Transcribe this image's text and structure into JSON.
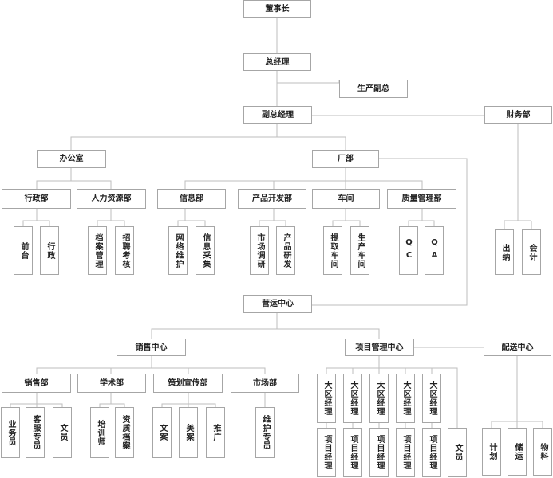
{
  "nodes": {
    "chairman": "董事长",
    "gm": "总经理",
    "prod_vp": "生产副总",
    "vice_gm": "副总经理",
    "finance": "财务部",
    "office": "办公室",
    "factory": "厂部",
    "admin_dept": "行政部",
    "hr_dept": "人力资源部",
    "info_dept": "信息部",
    "product_dev": "产品开发部",
    "workshop": "车间",
    "quality": "质量管理部",
    "reception": "前台",
    "admin": "行政",
    "archive_mgmt": "档案管理",
    "recruit_assess": "招聘考核",
    "network_maint": "网络维护",
    "info_collect": "信息采集",
    "market_research": "市场调研",
    "product_rd": "产品研发",
    "extract_ws": "提取车间",
    "production_ws": "生产车间",
    "qc": "QC",
    "qa": "QA",
    "cashier": "出纳",
    "accountant": "会计",
    "ops_center": "营运中心",
    "sales_center": "销售中心",
    "project_center": "项目管理中心",
    "delivery_center": "配送中心",
    "sales_dept": "销售部",
    "academic_dept": "学术部",
    "planning_dept": "策划宣传部",
    "market_dept": "市场部",
    "salesman": "业务员",
    "cs_specialist": "客服专员",
    "clerk": "文员",
    "trainer": "培训师",
    "qual_archive": "资质档案",
    "copywriting": "文案",
    "art_design": "美案",
    "promotion": "推广",
    "maint_specialist": "维护专员",
    "regional_mgr_1": "大区经理",
    "regional_mgr_2": "大区经理",
    "regional_mgr_3": "大区经理",
    "regional_mgr_4": "大区经理",
    "regional_mgr_5": "大区经理",
    "project_mgr_1": "项目经理",
    "project_mgr_2": "项目经理",
    "project_mgr_3": "项目经理",
    "project_mgr_4": "项目经理",
    "project_mgr_5": "项目经理",
    "pm_clerk": "文员",
    "plan": "计划",
    "storage": "储运",
    "materials": "物料"
  }
}
